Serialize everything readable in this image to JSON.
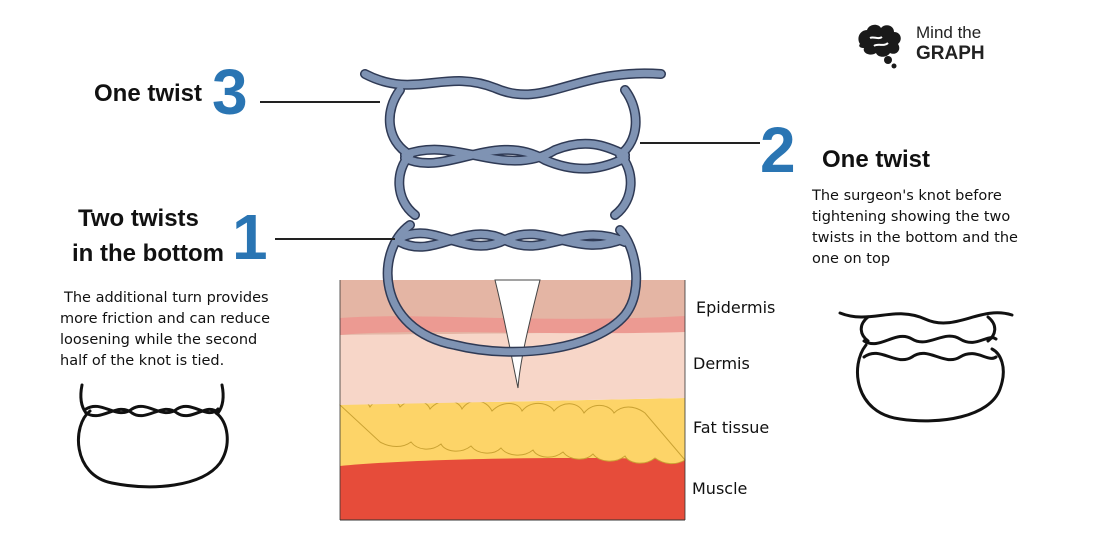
{
  "logo": {
    "line1": "Mind the",
    "line2": "GRAPH"
  },
  "step3": {
    "number": "3",
    "title": "One twist"
  },
  "step2": {
    "number": "2",
    "title": "One twist",
    "description": "The surgeon's knot before tightening showing the two twists in the bottom and the one on top"
  },
  "step1": {
    "number": "1",
    "title_line1": "Two twists",
    "title_line2": "in the bottom",
    "description": "The additional turn provides more friction and can reduce loosening while the second half of the knot is tied."
  },
  "layers": {
    "epidermis": "Epidermis",
    "dermis": "Dermis",
    "fat": "Fat tissue",
    "muscle": "Muscle"
  },
  "colors": {
    "accent_blue": "#2a75b3",
    "suture": "#7f93b3",
    "epidermis": "#e4b5a4",
    "epidermis_band": "#ec9a92",
    "dermis": "#f7d6c8",
    "fat": "#fdd468",
    "muscle": "#e64c3a"
  }
}
